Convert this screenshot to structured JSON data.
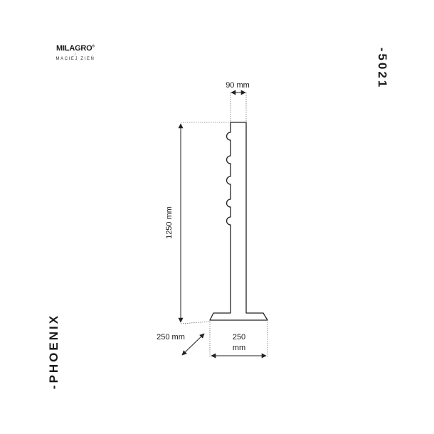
{
  "brand": {
    "name": "MILAGRO",
    "mark": "®",
    "separator": "⁄",
    "designer": "MACIEJ ZIEŃ"
  },
  "product": {
    "code": "-5021",
    "name": "-PHOENIX"
  },
  "dimensions": {
    "width_top": "90 mm",
    "height": "1250 mm",
    "depth": "250 mm",
    "base_width_line1": "250",
    "base_width_line2": "mm"
  },
  "colors": {
    "line": "#222222",
    "text": "#1a1a1a",
    "background": "#ffffff"
  }
}
